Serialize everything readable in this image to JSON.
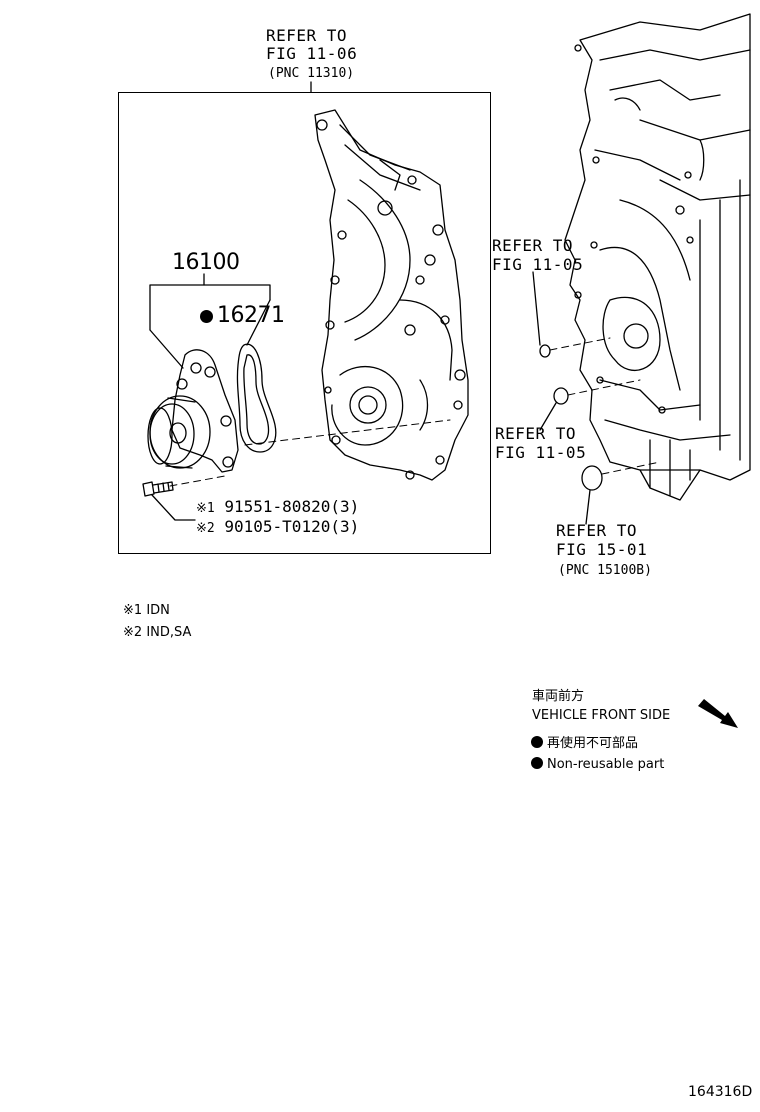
{
  "refs": {
    "top": {
      "line1": "REFER TO",
      "line2": "FIG 11-06",
      "line3": "(PNC 11310)"
    },
    "right_upper": {
      "line1": "REFER TO",
      "line2": "FIG 11-05"
    },
    "right_middle": {
      "line1": "REFER TO",
      "line2": "FIG 11-05"
    },
    "right_lower": {
      "line1": "REFER TO",
      "line2": "FIG 15-01",
      "line3": "(PNC 15100B)"
    }
  },
  "parts": {
    "assembly": "16100",
    "gasket": "16271"
  },
  "bolts": [
    {
      "mark": "※1",
      "number": "91551-80820(3)"
    },
    {
      "mark": "※2",
      "number": "90105-T0120(3)"
    }
  ],
  "notes": [
    {
      "mark": "※1",
      "text": "IDN"
    },
    {
      "mark": "※2",
      "text": "IND,SA"
    }
  ],
  "legend": {
    "front_jp": "車両前方",
    "front_en": "VEHICLE FRONT SIDE",
    "nonreuse_jp": "再使用不可部品",
    "nonreuse_en": "Non-reusable part"
  },
  "figure_id": "164316D"
}
